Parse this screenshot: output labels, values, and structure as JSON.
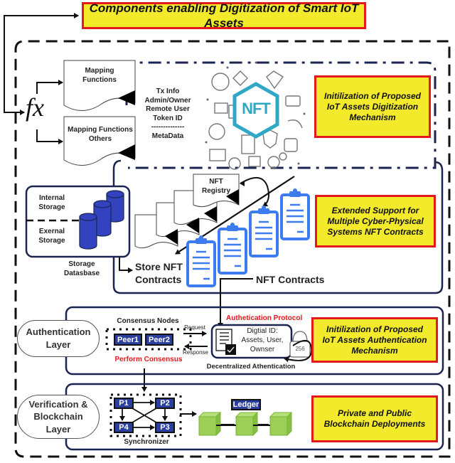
{
  "title": "Components enabling Digitization of Smart IoT Assets",
  "fx_symbol": "fx",
  "mapping": {
    "box1": "Mapping\nFunctions",
    "box2": "Mapping Functions\nOthers"
  },
  "metadata_list": {
    "items": [
      "Tx Info",
      "Admin/Owner",
      "Remote User",
      "Token ID"
    ],
    "separator": "--------------",
    "footer": "MetaData"
  },
  "nft_badge": "NFT",
  "section_boxes": {
    "digitization": "Initilization of Proposed\nIoT Assets Digitization\nMechanism",
    "extended": "Extended Support for\nMultiple Cyber-Physical\nSystems NFT Contracts",
    "authentication": "Initilization of Proposed\nIoT Assets Authentication\nMechanism",
    "blockchain": "Private and Public\nBlockchain Deployments"
  },
  "storage": {
    "internal": "Internal\nStorage",
    "external": "Exernal\nStorage",
    "caption": "Storage\nDatasbase"
  },
  "registry": {
    "label": "NFT\nRegistry",
    "store_label": "Store NFT\nContracts",
    "contracts_label": "NFT Contracts"
  },
  "auth_layer": {
    "pill": "Authentication\nLayer",
    "consensus_nodes": "Consensus Nodes",
    "peers": [
      "Peer1",
      "Peer2"
    ],
    "perform_consensus": "Perform Consensus",
    "request": "Request",
    "response": "Response",
    "protocol": "Authetication Protocol",
    "digital_id": "Digtial ID:\nAssets,  User,\nOwnser",
    "lock_text": "256",
    "decentralized": "Decentralized Athentication"
  },
  "verify_layer": {
    "pill": "Verification &\nBlockchain\nLayer",
    "nodes": [
      "P1",
      "P2",
      "P4",
      "P3"
    ],
    "synchronizer": "Synchronizer",
    "ledger": "Ledger"
  },
  "colors": {
    "yellow": "#f2ea2a",
    "red_border": "#e3191c",
    "navy": "#1b2450",
    "blue_db": "#3343c0",
    "clipboard_blue": "#3d7bf0",
    "block_green": "#9ccf55",
    "nft_teal": "#2fa8c6"
  }
}
